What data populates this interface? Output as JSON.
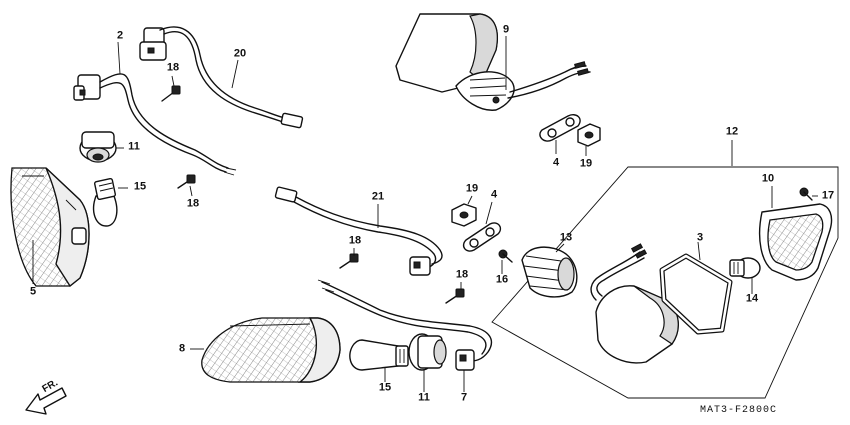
{
  "callouts": [
    {
      "label": "2"
    },
    {
      "label": "20"
    },
    {
      "label": "18"
    },
    {
      "label": "11"
    },
    {
      "label": "15"
    },
    {
      "label": "18"
    },
    {
      "label": "5"
    },
    {
      "label": "9"
    },
    {
      "label": "4"
    },
    {
      "label": "19"
    },
    {
      "label": "12"
    },
    {
      "label": "10"
    },
    {
      "label": "17"
    },
    {
      "label": "21"
    },
    {
      "label": "19"
    },
    {
      "label": "4"
    },
    {
      "label": "18"
    },
    {
      "label": "13"
    },
    {
      "label": "3"
    },
    {
      "label": "16"
    },
    {
      "label": "18"
    },
    {
      "label": "14"
    },
    {
      "label": "8"
    },
    {
      "label": "15"
    },
    {
      "label": "11"
    },
    {
      "label": "7"
    }
  ],
  "direction_label": "FR.",
  "diagram_code": "MAT3-F2800C"
}
